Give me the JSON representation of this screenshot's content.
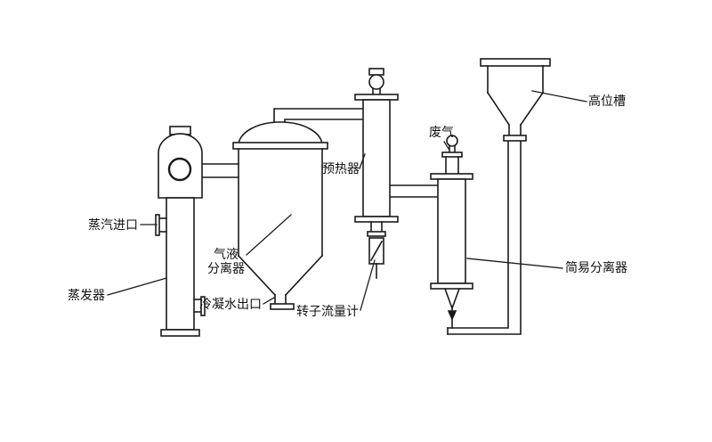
{
  "diagram": {
    "background_color": "#ffffff",
    "line_color": "#1a1a1a",
    "labels": {
      "steam_inlet": "蒸汽进口",
      "evaporator": "蒸发器",
      "gas_liquid_separator": "气液\n分离器",
      "condensate_outlet": "冷凝水出口",
      "rotameter": "转子流量计",
      "preheater": "预热器",
      "waste_gas": "废气",
      "elevated_tank": "高位槽",
      "simple_separator": "简易分离器"
    }
  }
}
